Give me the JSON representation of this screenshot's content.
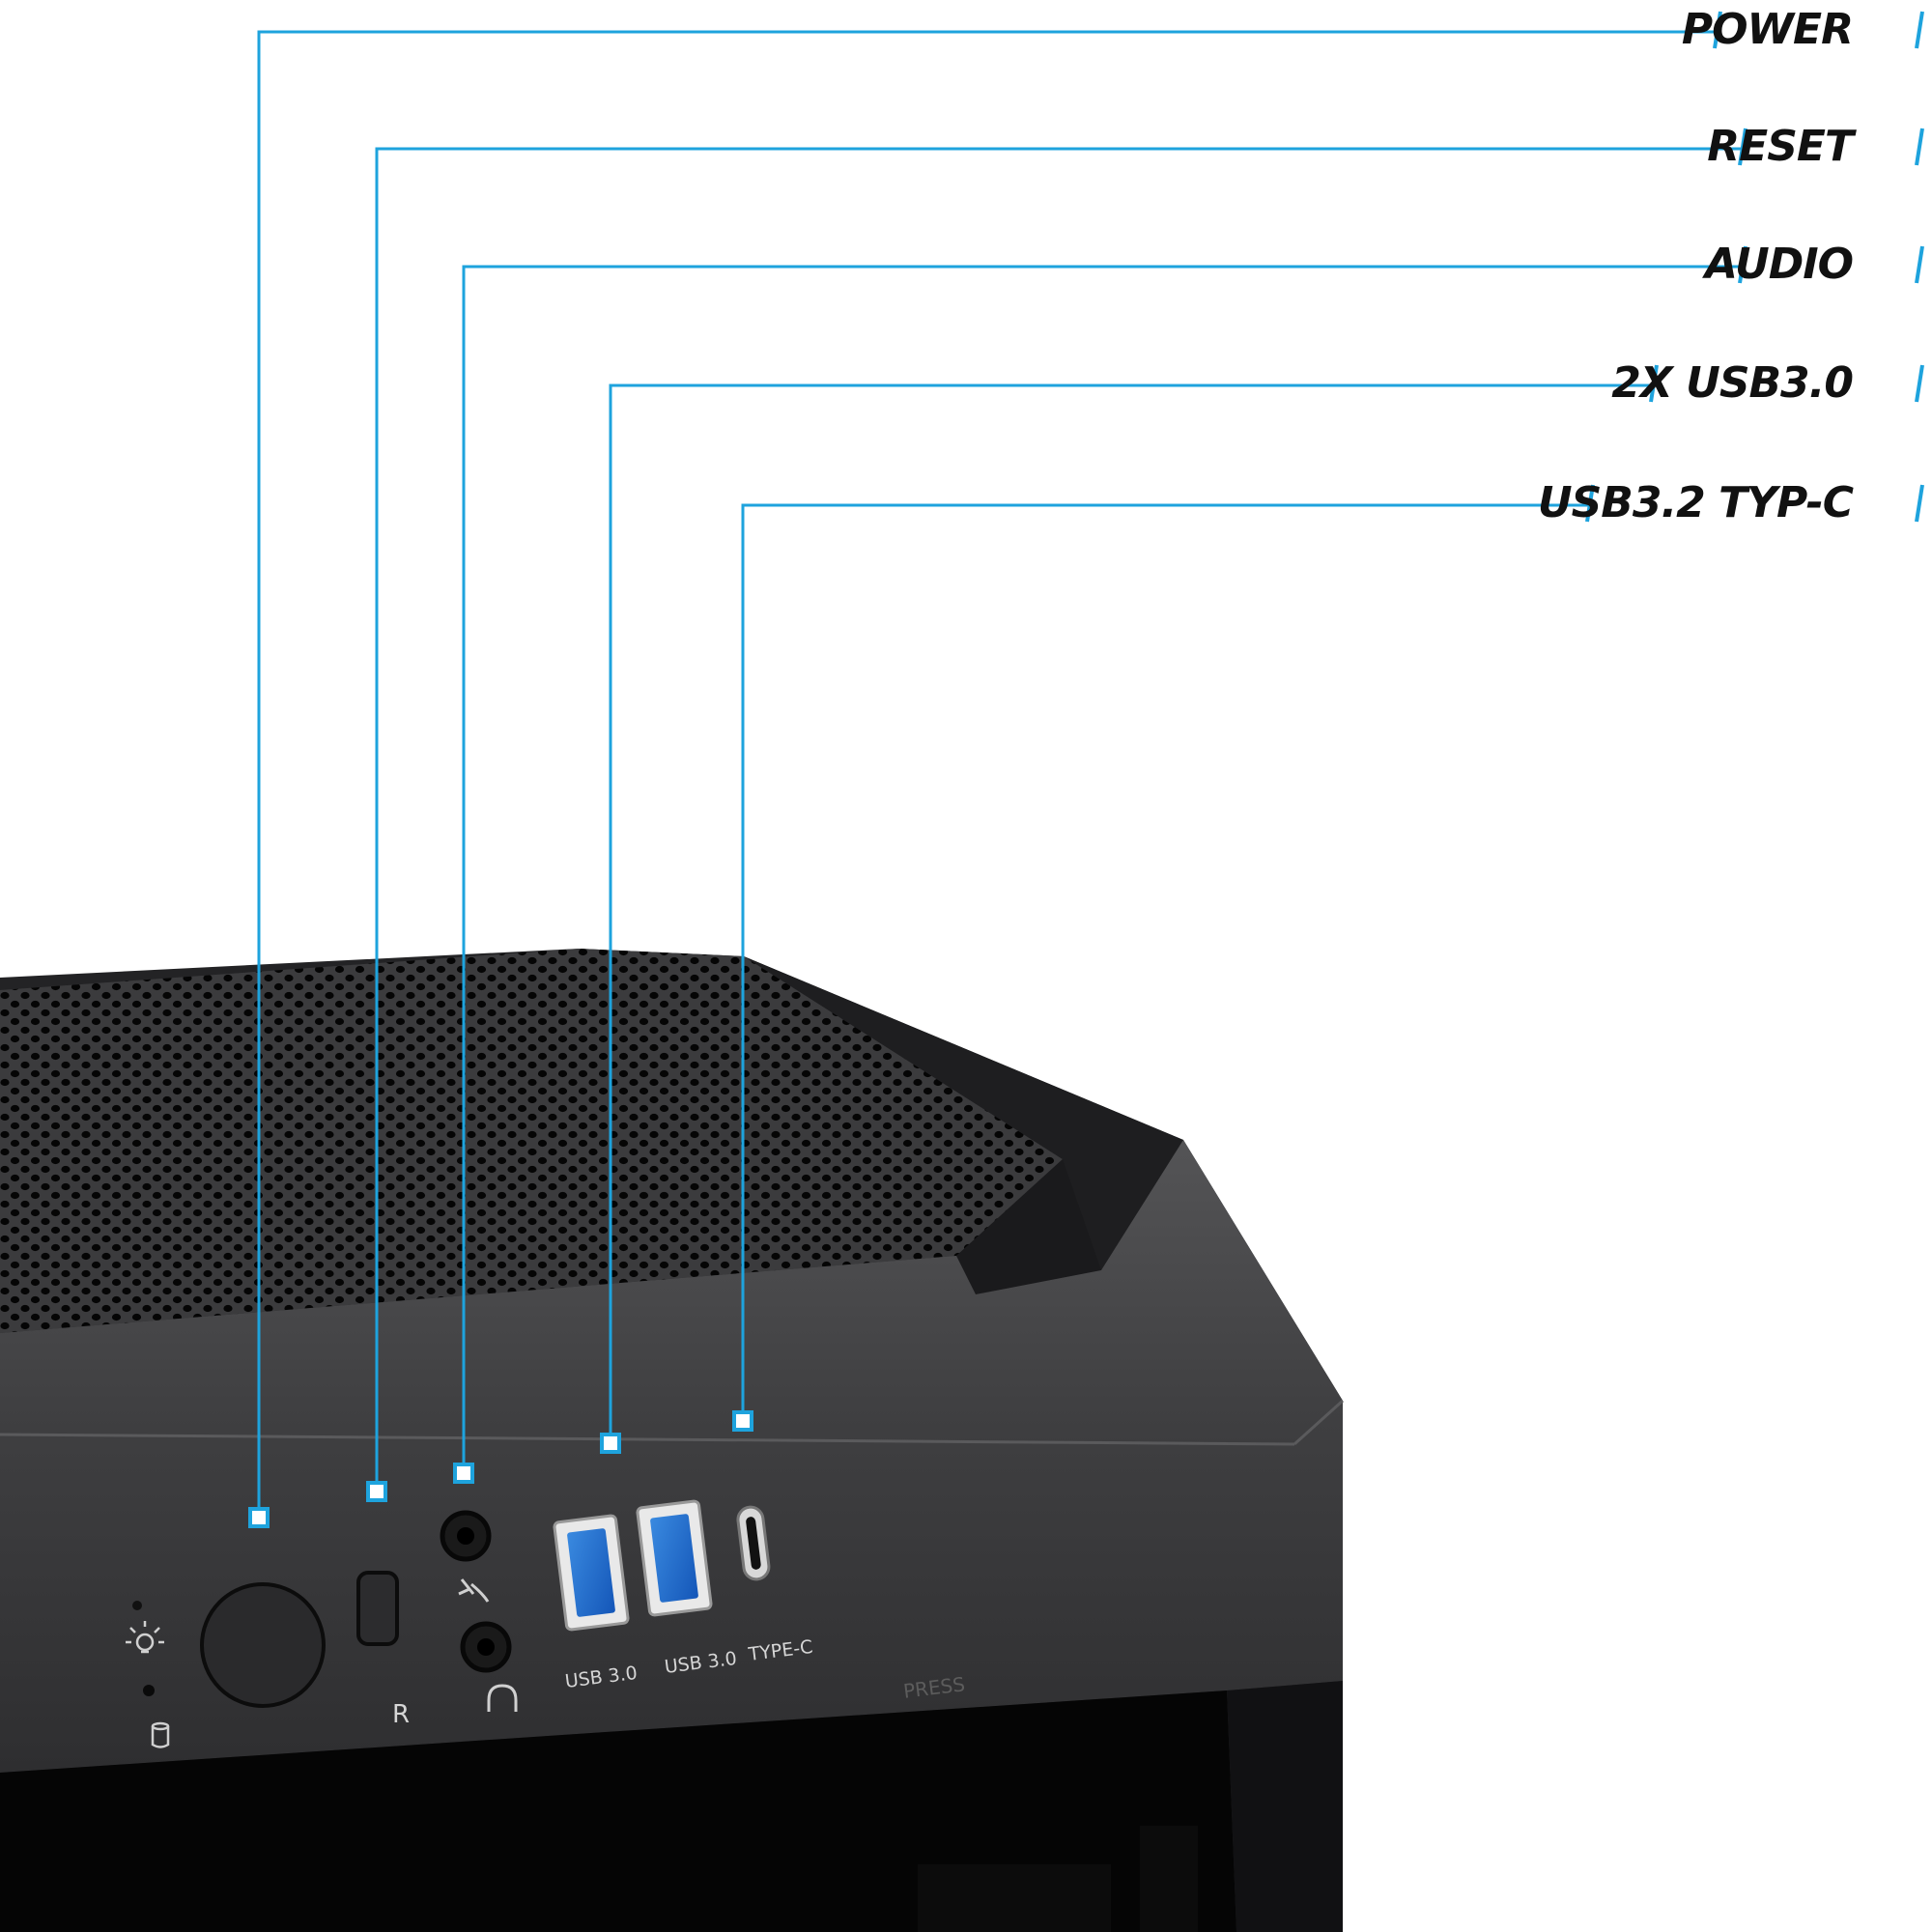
{
  "accent_color": "#1ea3dd",
  "callouts": [
    {
      "id": "power",
      "label": "POWER"
    },
    {
      "id": "reset",
      "label": "RESET"
    },
    {
      "id": "audio",
      "label": "AUDIO"
    },
    {
      "id": "usb30",
      "label": "2X USB3.0"
    },
    {
      "id": "typec",
      "label": "USB3.2 TYP-C"
    }
  ],
  "panel": {
    "reset_label": "R",
    "usb_port_1_label": "USB 3.0",
    "usb_port_2_label": "USB 3.0",
    "typec_port_label": "TYPE-C",
    "press_label": "PRESS"
  },
  "icons": [
    "power-led-icon",
    "hdd-led-icon",
    "microphone-icon",
    "headphone-icon"
  ]
}
